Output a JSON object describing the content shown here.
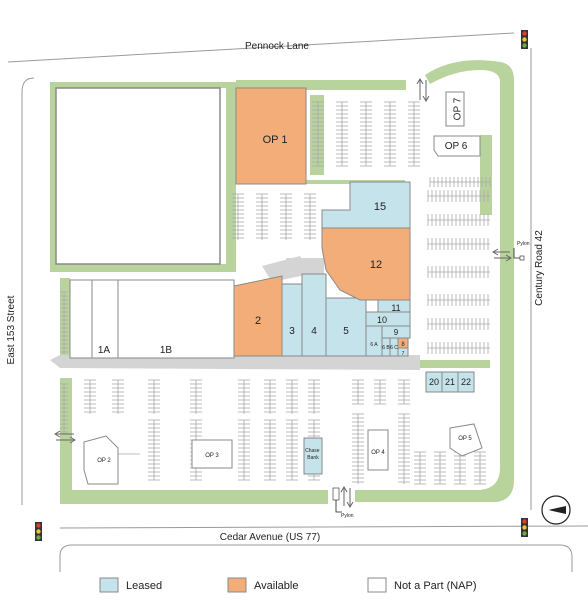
{
  "streets": {
    "north": "Pennock Lane",
    "west": "East 153 Street",
    "east": "Century Road 42",
    "south": "Cedar Avenue (US 77)"
  },
  "units": [
    {
      "id": "op1",
      "label": "OP 1",
      "status": "available"
    },
    {
      "id": "u1a",
      "label": "1A",
      "status": "nap"
    },
    {
      "id": "u1b",
      "label": "1B",
      "status": "nap"
    },
    {
      "id": "u2",
      "label": "2",
      "status": "available"
    },
    {
      "id": "u3",
      "label": "3",
      "status": "leased"
    },
    {
      "id": "u4",
      "label": "4",
      "status": "leased"
    },
    {
      "id": "u5",
      "label": "5",
      "status": "leased"
    },
    {
      "id": "u6a",
      "label": "6 A",
      "status": "leased"
    },
    {
      "id": "u6b",
      "label": "6 B",
      "status": "leased"
    },
    {
      "id": "u6c",
      "label": "6 C",
      "status": "leased"
    },
    {
      "id": "u7",
      "label": "7",
      "status": "leased"
    },
    {
      "id": "u8",
      "label": "8",
      "status": "available"
    },
    {
      "id": "u9",
      "label": "9",
      "status": "leased"
    },
    {
      "id": "u10",
      "label": "10",
      "status": "leased"
    },
    {
      "id": "u11",
      "label": "11",
      "status": "leased"
    },
    {
      "id": "u12",
      "label": "12",
      "status": "available"
    },
    {
      "id": "u15",
      "label": "15",
      "status": "leased"
    },
    {
      "id": "u20",
      "label": "20",
      "status": "leased"
    },
    {
      "id": "u21",
      "label": "21",
      "status": "leased"
    },
    {
      "id": "u22",
      "label": "22",
      "status": "leased"
    },
    {
      "id": "op2",
      "label": "OP 2",
      "status": "nap"
    },
    {
      "id": "op3",
      "label": "OP 3",
      "status": "nap"
    },
    {
      "id": "op4",
      "label": "OP 4",
      "status": "nap"
    },
    {
      "id": "op5",
      "label": "OP 5",
      "status": "nap"
    },
    {
      "id": "op6",
      "label": "OP 6",
      "status": "nap"
    },
    {
      "id": "op7",
      "label": "OP 7",
      "status": "nap"
    },
    {
      "id": "chase",
      "label": "Chase Bank",
      "label_lines": [
        "Chase",
        "Bank"
      ],
      "status": "leased"
    }
  ],
  "pylons": [
    "Pylon",
    "Pylon"
  ],
  "compass": "N",
  "legend": [
    {
      "label": "Leased",
      "status": "leased"
    },
    {
      "label": "Available",
      "status": "available"
    },
    {
      "label": "Not a Part (NAP)",
      "status": "nap"
    }
  ],
  "colors": {
    "leased": "#c5e3ea",
    "available": "#f2ad78",
    "nap": "#ffffff",
    "landscape": "#b9d39d",
    "road_line": "#9a9a9a",
    "building_outline": "#8a8a8a",
    "parking_stripe": "#aaaaaa",
    "walkway": "#d4d4d4"
  },
  "icons": [
    "traffic-light-icon",
    "entrance-arrow-icon",
    "compass-north-icon"
  ]
}
